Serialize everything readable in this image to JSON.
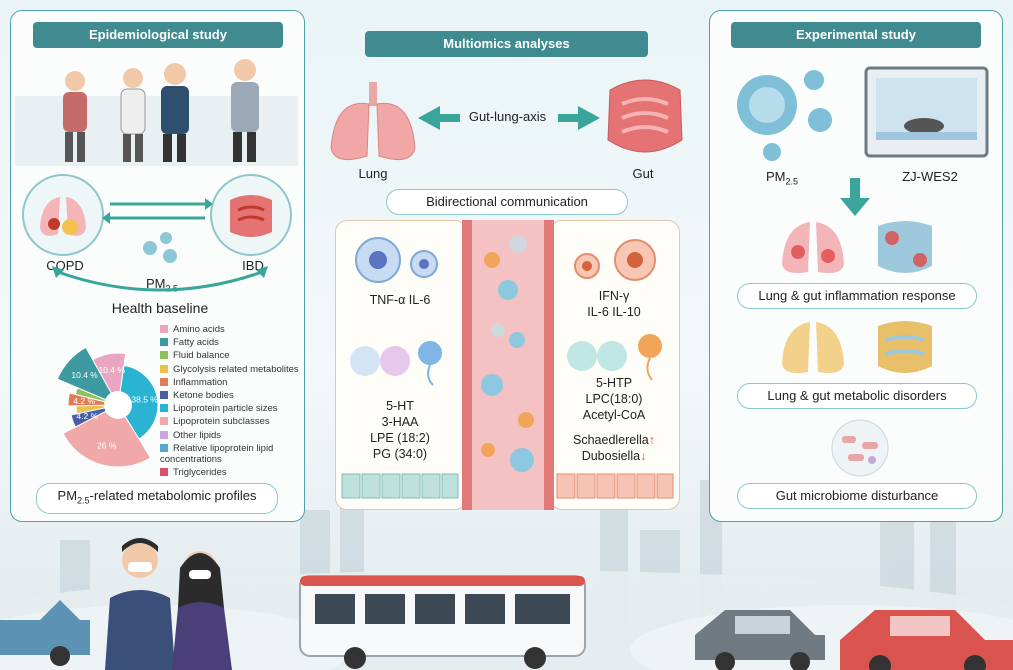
{
  "left": {
    "header": "Epidemiological study",
    "copd": "COPD",
    "ibd": "IBD",
    "pm_label": "PM",
    "pm_sub": "2.5",
    "health_baseline": "Health baseline",
    "profiles_pre": "PM",
    "profiles_sub": "2.5",
    "profiles_post": "-related metabolomic profiles",
    "legend": [
      {
        "label": "Amino acids",
        "color": "#e8a6c0"
      },
      {
        "label": "Fatty acids",
        "color": "#3d9aa0"
      },
      {
        "label": "Fluid balance",
        "color": "#8dc25a"
      },
      {
        "label": "Glycolysis related metabolites",
        "color": "#e8c24a"
      },
      {
        "label": "Inflammation",
        "color": "#e47b57"
      },
      {
        "label": "Ketone bodies",
        "color": "#4a5ea8"
      },
      {
        "label": "Lipoprotein particle sizes",
        "color": "#2bb3d4"
      },
      {
        "label": "Lipoprotein subclasses",
        "color": "#f0a8a8"
      },
      {
        "label": "Other lipids",
        "color": "#c9a7d8"
      },
      {
        "label": "Relative lipoprotein lipid concentrations",
        "color": "#57a7c8"
      },
      {
        "label": "Triglycerides",
        "color": "#d94f6e"
      }
    ]
  },
  "chart_data": {
    "type": "pie",
    "slices": [
      {
        "label": "38.5 %",
        "value": 38.5,
        "color": "#2bb3d4"
      },
      {
        "label": "26 %",
        "value": 26,
        "color": "#f0a8a8"
      },
      {
        "label": "4.2 %",
        "value": 4.2,
        "color": "#4a5ea8"
      },
      {
        "label": "",
        "value": 3,
        "color": "#e8c24a"
      },
      {
        "label": "4.2 %",
        "value": 4.2,
        "color": "#e47b57"
      },
      {
        "label": "",
        "value": 2.5,
        "color": "#8dc25a"
      },
      {
        "label": "10.4 %",
        "value": 10.4,
        "color": "#3d9aa0"
      },
      {
        "label": "10.4 %",
        "value": 10.4,
        "color": "#e8a6c0"
      }
    ]
  },
  "middle": {
    "header": "Multiomics analyses",
    "gut_lung_axis": "Gut-lung-axis",
    "lung": "Lung",
    "gut": "Gut",
    "bidirectional": "Bidirectional communication",
    "lung_cytokines": "TNF-α  IL-6",
    "lung_metabolites": [
      "5-HT",
      "3-HAA",
      "LPE (18:2)",
      "PG (34:0)"
    ],
    "gut_cytokines": [
      "IFN-γ",
      "IL-6  IL-10"
    ],
    "gut_metabolites": [
      "5-HTP",
      "LPC(18:0)",
      "Acetyl-CoA"
    ],
    "bacteria": [
      {
        "name": "Schaedlerella",
        "arrow": "↑"
      },
      {
        "name": "Dubosiella",
        "arrow": "↓"
      }
    ]
  },
  "right": {
    "header": "Experimental study",
    "pm_label": "PM",
    "pm_sub": "2.5",
    "device": "ZJ-WES2",
    "results": [
      "Lung & gut inflammation response",
      "Lung & gut metabolic disorders",
      "Gut microbiome disturbance"
    ]
  },
  "colors": {
    "accent": "#3f8b90",
    "teal": "#3aa69b",
    "border": "#4fa3a6"
  }
}
